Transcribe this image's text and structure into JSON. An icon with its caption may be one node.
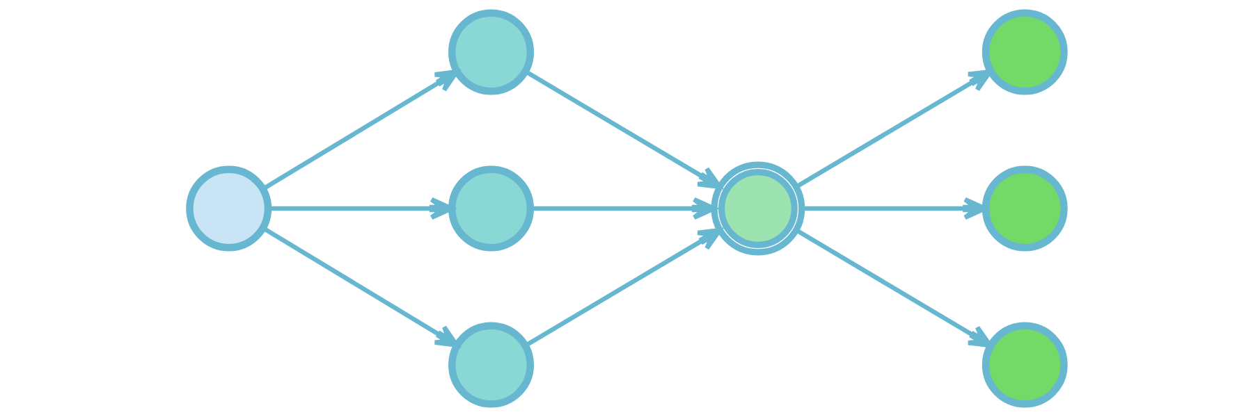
{
  "diagram": {
    "nodes": [
      {
        "text": [],
        "shape": "circle"
      },
      {
        "text": [],
        "shape": "circle"
      },
      {
        "text": [],
        "shape": "circle"
      },
      {
        "text": [],
        "shape": "circle"
      },
      {
        "text": [],
        "shape": "circle"
      },
      {
        "text": [],
        "shape": "circle"
      },
      {
        "text": [],
        "shape": "circle"
      },
      {
        "text": [],
        "shape": "circle"
      }
    ],
    "edges": [
      {
        "from": 0,
        "to": 1,
        "arrow": "to"
      },
      {
        "from": 0,
        "to": 2,
        "arrow": "to"
      },
      {
        "from": 0,
        "to": 3,
        "arrow": "to"
      },
      {
        "from": 1,
        "to": 4,
        "arrow": "to"
      },
      {
        "from": 2,
        "to": 4,
        "arrow": "to"
      },
      {
        "from": 3,
        "to": 4,
        "arrow": "to"
      },
      {
        "from": 4,
        "to": 5,
        "arrow": "to"
      },
      {
        "from": 4,
        "to": 6,
        "arrow": "to"
      },
      {
        "from": 4,
        "to": 7,
        "arrow": "to"
      }
    ]
  }
}
